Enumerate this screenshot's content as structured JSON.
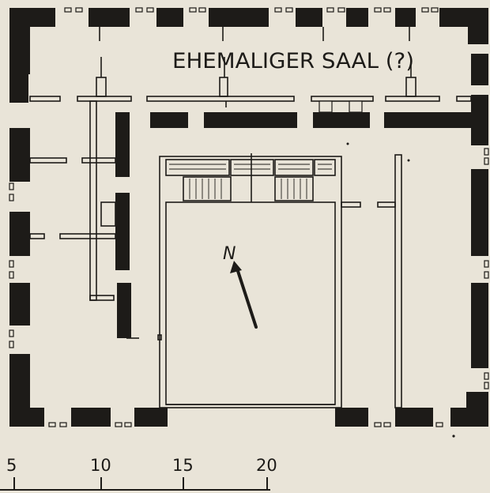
{
  "plan": {
    "room_label": "EHEMALIGER SAAL (?)",
    "north_label": "N"
  },
  "scale_bar": {
    "ticks": [
      "5",
      "10",
      "15",
      "20"
    ]
  },
  "colors": {
    "paper": "#e9e4d8",
    "ink": "#1d1b18"
  }
}
